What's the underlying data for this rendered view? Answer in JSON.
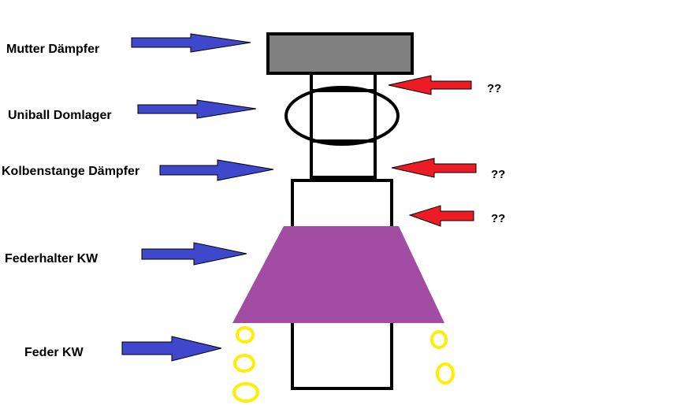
{
  "labels": {
    "mutter": "Mutter Dämpfer",
    "uniball": "Uniball Domlager",
    "kolben": "Kolbenstange Dämpfer",
    "federhalter": "Federhalter KW",
    "feder": "Feder KW"
  },
  "questions": [
    "??",
    "??",
    "??"
  ],
  "colors": {
    "nut": "#808080",
    "spring_seat": "#a34ca3",
    "arrow_blue": "#3f48cc",
    "arrow_red": "#ed1c24",
    "spring": "#ffee00",
    "outline": "#000000"
  },
  "icons": {
    "label_pointer": "arrow-right-icon",
    "question_pointer": "arrow-left-icon"
  }
}
